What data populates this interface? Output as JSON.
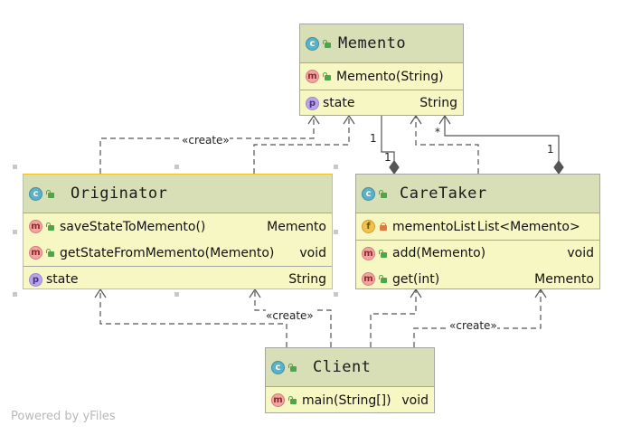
{
  "classes": {
    "memento": {
      "name": "Memento",
      "badge": "c",
      "constructor": {
        "badge": "m",
        "text": "Memento(String)",
        "type": ""
      },
      "fields": [
        {
          "badge": "p",
          "text": "state",
          "type": "String"
        }
      ]
    },
    "originator": {
      "name": "Originator",
      "badge": "c",
      "methods": [
        {
          "badge": "m",
          "text": "saveStateToMemento()",
          "type": "Memento"
        },
        {
          "badge": "m",
          "text": "getStateFromMemento(Memento)",
          "type": "void"
        }
      ],
      "fields": [
        {
          "badge": "p",
          "text": "state",
          "type": "String"
        }
      ]
    },
    "caretaker": {
      "name": "CareTaker",
      "badge": "c",
      "fields": [
        {
          "badge": "f",
          "text": "mementoList",
          "type": "List<Memento>"
        }
      ],
      "methods": [
        {
          "badge": "m",
          "text": "add(Memento)",
          "type": "void"
        },
        {
          "badge": "m",
          "text": "get(int)",
          "type": "Memento"
        }
      ]
    },
    "client": {
      "name": "Client",
      "badge": "c",
      "methods": [
        {
          "badge": "m",
          "text": "main(String[])",
          "type": "void"
        }
      ]
    }
  },
  "edge_labels": {
    "originator_memento": "«create»",
    "client_originator": "«create»",
    "client_caretaker": "«create»"
  },
  "multiplicities": {
    "caretaker_memento_source": "1",
    "caretaker_memento_target": "1",
    "list_source": "1",
    "list_target": "*"
  },
  "watermark": "Powered by yFiles",
  "colors": {
    "class_body": "#f7f7c4",
    "class_header": "#d8deb6",
    "selected_border": "#f0c020",
    "edge": "#555555"
  }
}
